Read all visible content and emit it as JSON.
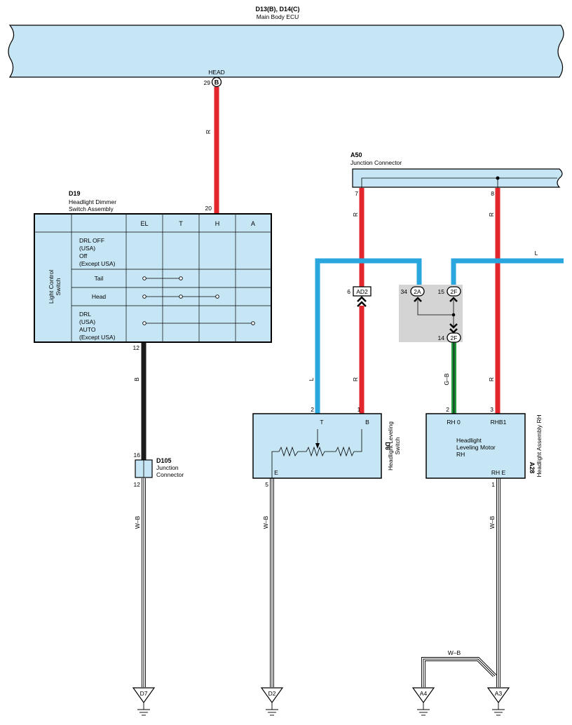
{
  "ecu": {
    "title_code": "D13(B), D14(C)",
    "title_name": "Main Body ECU",
    "pin_label": "HEAD",
    "pin_number": "29",
    "pin_connector": "B"
  },
  "switch_assembly": {
    "code": "D19",
    "name_line1": "Headlight Dimmer",
    "name_line2": "Switch Assembly",
    "top_pin": "20",
    "bottom_pin": "12",
    "side_label_line1": "Light Control",
    "side_label_line2": "Switch",
    "columns": [
      "EL",
      "T",
      "H",
      "A"
    ],
    "rows": [
      {
        "lines": [
          "DRL OFF",
          "(USA)",
          "Off",
          "(Except USA)"
        ]
      },
      {
        "lines": [
          "Tail"
        ]
      },
      {
        "lines": [
          "Head"
        ]
      },
      {
        "lines": [
          "DRL",
          "(USA)",
          "AUTO",
          "(Except USA)"
        ]
      }
    ]
  },
  "junction_a50": {
    "code": "A50",
    "name": "Junction Connector",
    "pin_left": "7",
    "pin_right": "8"
  },
  "junction_d105": {
    "code": "D105",
    "name_line1": "Junction",
    "name_line2": "Connector",
    "pin_top": "16",
    "pin_bottom": "12"
  },
  "leveling_switch": {
    "code": "D6",
    "name_line1": "Headlight Leveling",
    "name_line2": "Switch",
    "pin_t": "2",
    "pin_b": "1",
    "pin_e": "5",
    "term_t": "T",
    "term_b": "B",
    "term_e": "E"
  },
  "headlight_assembly": {
    "code": "A28",
    "name": "Headlight Assembly RH",
    "motor_line1": "Headlight",
    "motor_line2": "Leveling Motor",
    "motor_line3": "RH",
    "pin_rh0": "2",
    "pin_rhb1": "3",
    "pin_rhe": "1",
    "term_rh0": "RH 0",
    "term_rhb1": "RHB1",
    "term_rhe": "RH E"
  },
  "inline_connectors": {
    "ad2": {
      "pin": "6",
      "label": "AD2"
    },
    "j2a": {
      "pin": "34",
      "label": "2A"
    },
    "j2f_top": {
      "pin": "15",
      "label": "2F"
    },
    "j2f_bottom": {
      "pin": "14",
      "label": "2F"
    }
  },
  "wire_colors": {
    "r": "R",
    "l": "L",
    "b": "B",
    "wb": "W–B",
    "gb": "G–B"
  },
  "grounds": [
    "D7",
    "D2",
    "A4",
    "A3"
  ],
  "colors": {
    "component_fill": "#c6e6f5",
    "red_wire": "#e3262c",
    "blue_wire": "#2aa6df",
    "black_wire": "#1a1a1a",
    "green_wire": "#1f9a3c",
    "junction_gray": "#d4d4d4"
  }
}
